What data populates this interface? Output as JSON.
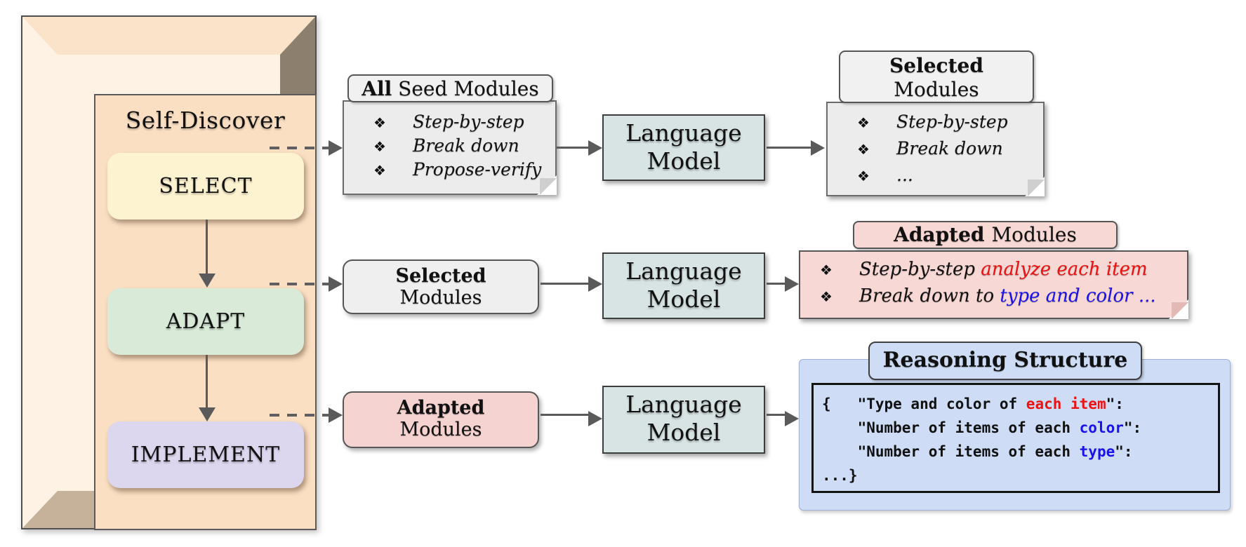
{
  "colors": {
    "red": "#ee1111",
    "blue": "#1a12ee",
    "black": "#111111",
    "frame_face": "#fadfc3",
    "select_fill": "#fdf3d1",
    "adapt_fill": "#d9ead8",
    "implement_fill": "#dcd6ee",
    "lm_fill": "#d8e4e4",
    "note_fill": "#ececec",
    "pink_fill": "#f7d8d4",
    "blue_panel_fill": "#cedcf6"
  },
  "glyphs": {
    "bullet": "❖"
  },
  "frame": {
    "title": "Self-Discover",
    "steps": [
      {
        "label": "SELECT"
      },
      {
        "label": "ADAPT"
      },
      {
        "label": "IMPLEMENT"
      }
    ]
  },
  "lm_label": {
    "line1": "Language",
    "line2": "Model"
  },
  "row1": {
    "input_note": {
      "title_bold": "All",
      "title_rest": " Seed Modules",
      "items": [
        "Step-by-step",
        "Break down",
        "Propose-verify"
      ]
    },
    "output_note": {
      "title_line1": "Selected",
      "title_line2": "Modules",
      "items": [
        "Step-by-step",
        "Break down",
        "..."
      ]
    }
  },
  "row2": {
    "input_box": {
      "line1": "Selected",
      "line2": "Modules"
    },
    "output_note": {
      "title_bold": "Adapted",
      "title_rest": "Modules",
      "lines": [
        {
          "segments": [
            {
              "text": "Step-by-step ",
              "color": "black"
            },
            {
              "text": "analyze each item",
              "color": "red"
            }
          ]
        },
        {
          "segments": [
            {
              "text": "Break down to ",
              "color": "black"
            },
            {
              "text": "type and color ...",
              "color": "blue"
            }
          ]
        }
      ]
    }
  },
  "row3": {
    "input_box": {
      "line1": "Adapted",
      "line2": "Modules"
    },
    "output_panel": {
      "title": "Reasoning Structure",
      "code_lines": [
        {
          "segments": [
            {
              "text": "{   \"Type and color of ",
              "color": "black"
            },
            {
              "text": "each item",
              "color": "red"
            },
            {
              "text": "\":",
              "color": "black"
            }
          ]
        },
        {
          "segments": [
            {
              "text": "    \"Number of items of each ",
              "color": "black"
            },
            {
              "text": "color",
              "color": "blue"
            },
            {
              "text": "\":",
              "color": "black"
            }
          ]
        },
        {
          "segments": [
            {
              "text": "    \"Number of items of each ",
              "color": "black"
            },
            {
              "text": "type",
              "color": "blue"
            },
            {
              "text": "\":",
              "color": "black"
            }
          ]
        },
        {
          "segments": [
            {
              "text": "...}",
              "color": "black"
            }
          ]
        }
      ]
    }
  }
}
